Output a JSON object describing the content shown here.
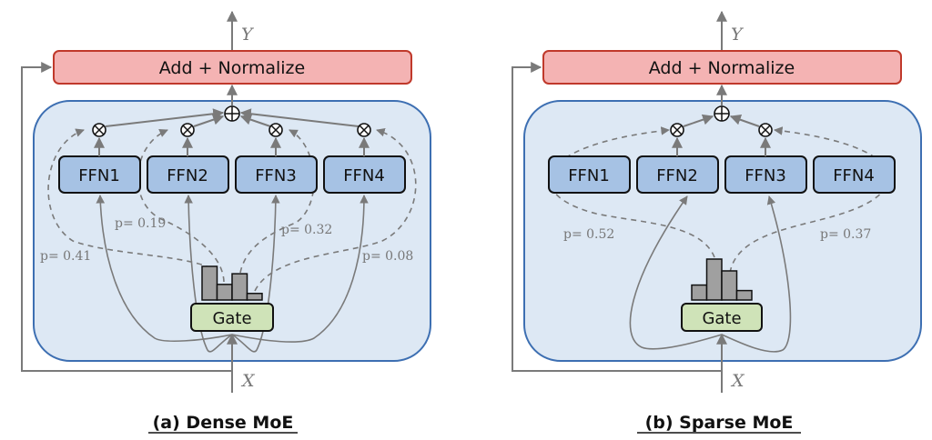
{
  "colors": {
    "add_norm_fill": "#f4b3b3",
    "add_norm_stroke": "#c0392b",
    "panel_fill": "#dde8f4",
    "panel_stroke": "#3d6fb2",
    "ffn_fill": "#a6c2e4",
    "gate_fill": "#cfe3b8",
    "arrow": "#7a7a7a",
    "bar_fill": "#a0a0a0"
  },
  "panels": [
    {
      "id": "dense",
      "add_norm_label": "Add + Normalize",
      "output_label": "Y",
      "input_label": "X",
      "gate_label": "Gate",
      "caption": "(a) Dense MoE",
      "experts": [
        "FFN1",
        "FFN2",
        "FFN3",
        "FFN4"
      ],
      "active_experts": [
        1,
        2,
        3,
        4
      ],
      "probabilities": [
        "p= 0.41",
        "p= 0.19",
        "p= 0.32",
        "p= 0.08"
      ],
      "gate_distribution": [
        0.41,
        0.19,
        0.32,
        0.08
      ],
      "sum_symbol": "⊕",
      "mult_symbol": "⊗"
    },
    {
      "id": "sparse",
      "add_norm_label": "Add + Normalize",
      "output_label": "Y",
      "input_label": "X",
      "gate_label": "Gate",
      "caption": "(b) Sparse MoE",
      "experts": [
        "FFN1",
        "FFN2",
        "FFN3",
        "FFN4"
      ],
      "active_experts": [
        2,
        3
      ],
      "probabilities": [
        "p= 0.52",
        "p= 0.37"
      ],
      "gate_distribution": [
        0.19,
        0.52,
        0.37,
        0.12
      ],
      "sum_symbol": "⊕",
      "mult_symbol": "⊗"
    }
  ]
}
